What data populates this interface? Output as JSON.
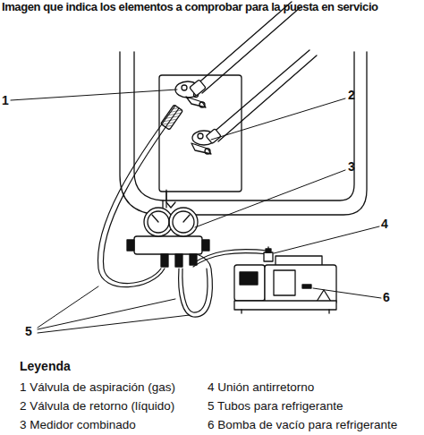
{
  "diagram": {
    "title": "Imagen que indica los elementos a comprobar para la puesta en servicio",
    "labels": [
      "1",
      "2",
      "3",
      "4",
      "5",
      "6",
      "Leyenda",
      "1 Válvula de aspiración (gas)",
      "2 Válvula de retorno (líquido)",
      "3 Medidor combinado",
      "4 Unión antirretorno",
      "5 Tubos para refrigerante",
      "6 Bomba de vacío para refrigerante"
    ]
  }
}
